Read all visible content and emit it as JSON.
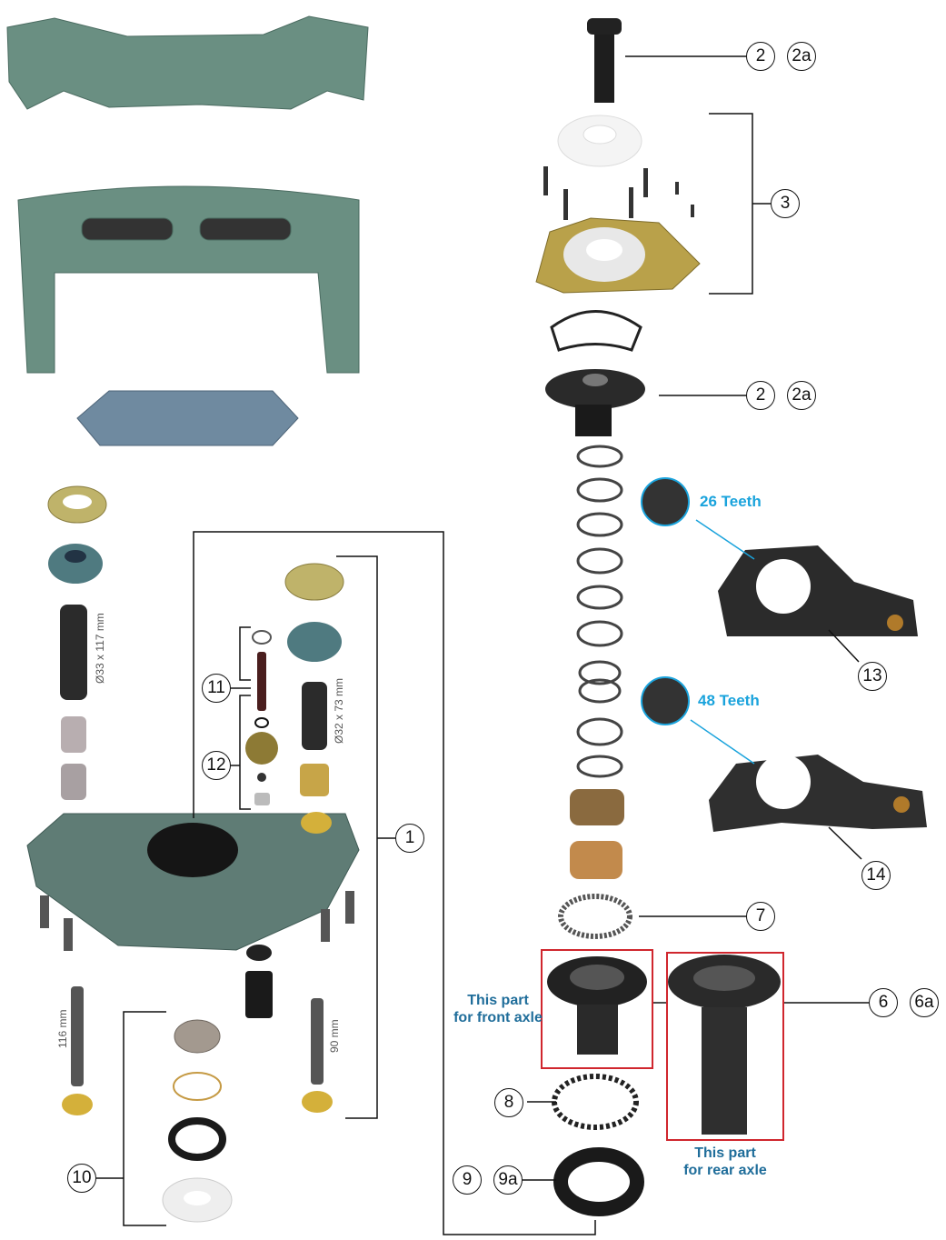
{
  "callouts": {
    "c1": "1",
    "c2a_top": "2",
    "c2a_top_b": "2a",
    "c3": "3",
    "c2_mid": "2",
    "c2a_mid": "2a",
    "c6": "6",
    "c6a": "6a",
    "c7": "7",
    "c8": "8",
    "c9": "9",
    "c9a": "9a",
    "c10": "10",
    "c11": "11",
    "c12": "12",
    "c13": "13",
    "c14": "14"
  },
  "dimensions": {
    "sleeve_long": "Ø33 x 117 mm",
    "sleeve_short": "Ø32 x 73 mm",
    "bolt_long": "116 mm",
    "bolt_short": "90 mm"
  },
  "teeth": {
    "upper": "26 Teeth",
    "lower": "48 Teeth"
  },
  "notes": {
    "front": "This part\nfor front axle",
    "rear": "This part\nfor rear axle"
  },
  "colors": {
    "accent": "#1aa3dc",
    "highlight_box": "#d0262e",
    "caliper": "#5f8578",
    "note": "#1f6d9a"
  }
}
